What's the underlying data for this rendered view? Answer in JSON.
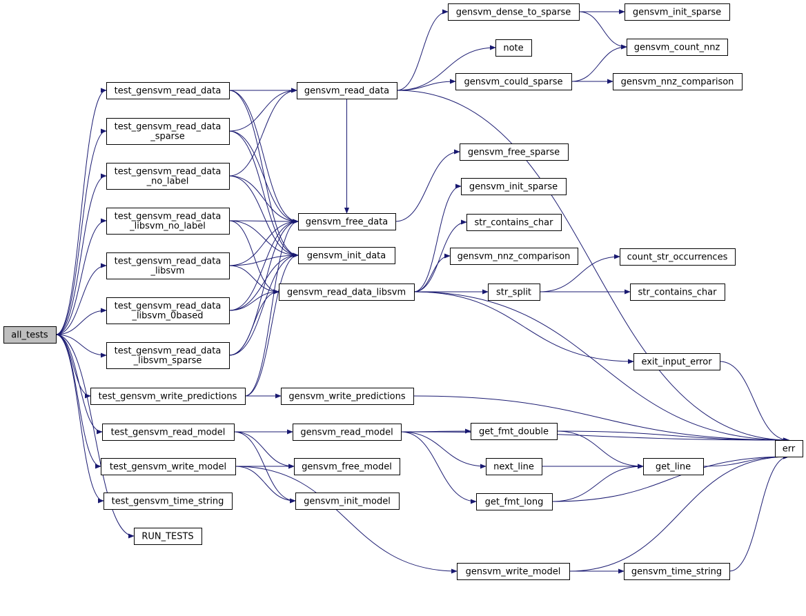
{
  "graph": {
    "colors": {
      "edge": "#191970",
      "node_border": "#000000",
      "root_fill": "#bfbfbf",
      "node_fill": "#ffffff"
    },
    "nodes": {
      "all_tests": {
        "lines": [
          "all_tests"
        ],
        "root": true
      },
      "t_read_data": {
        "lines": [
          "test_gensvm_read_data"
        ]
      },
      "t_read_data_sparse": {
        "lines": [
          "test_gensvm_read_data",
          "_sparse"
        ]
      },
      "t_read_data_no_label": {
        "lines": [
          "test_gensvm_read_data",
          "_no_label"
        ]
      },
      "t_read_data_libsvm_no_label": {
        "lines": [
          "test_gensvm_read_data",
          "_libsvm_no_label"
        ]
      },
      "t_read_data_libsvm": {
        "lines": [
          "test_gensvm_read_data",
          "_libsvm"
        ]
      },
      "t_read_data_libsvm_0based": {
        "lines": [
          "test_gensvm_read_data",
          "_libsvm_0based"
        ]
      },
      "t_read_data_libsvm_sparse": {
        "lines": [
          "test_gensvm_read_data",
          "_libsvm_sparse"
        ]
      },
      "t_write_predictions": {
        "lines": [
          "test_gensvm_write_predictions"
        ]
      },
      "t_read_model": {
        "lines": [
          "test_gensvm_read_model"
        ]
      },
      "t_write_model": {
        "lines": [
          "test_gensvm_write_model"
        ]
      },
      "t_time_string": {
        "lines": [
          "test_gensvm_time_string"
        ]
      },
      "run_tests": {
        "lines": [
          "RUN_TESTS"
        ]
      },
      "read_data": {
        "lines": [
          "gensvm_read_data"
        ]
      },
      "free_data": {
        "lines": [
          "gensvm_free_data"
        ]
      },
      "init_data": {
        "lines": [
          "gensvm_init_data"
        ]
      },
      "read_data_libsvm": {
        "lines": [
          "gensvm_read_data_libsvm"
        ]
      },
      "write_predictions": {
        "lines": [
          "gensvm_write_predictions"
        ]
      },
      "read_model": {
        "lines": [
          "gensvm_read_model"
        ]
      },
      "free_model": {
        "lines": [
          "gensvm_free_model"
        ]
      },
      "init_model": {
        "lines": [
          "gensvm_init_model"
        ]
      },
      "dense_to_sparse": {
        "lines": [
          "gensvm_dense_to_sparse"
        ]
      },
      "note": {
        "lines": [
          "note"
        ]
      },
      "could_sparse": {
        "lines": [
          "gensvm_could_sparse"
        ]
      },
      "free_sparse": {
        "lines": [
          "gensvm_free_sparse"
        ]
      },
      "init_sparse_mid": {
        "lines": [
          "gensvm_init_sparse"
        ]
      },
      "str_contains_char_mid": {
        "lines": [
          "str_contains_char"
        ]
      },
      "nnz_comparison_mid": {
        "lines": [
          "gensvm_nnz_comparison"
        ]
      },
      "str_split": {
        "lines": [
          "str_split"
        ]
      },
      "exit_input_error": {
        "lines": [
          "exit_input_error"
        ]
      },
      "get_fmt_double": {
        "lines": [
          "get_fmt_double"
        ]
      },
      "next_line": {
        "lines": [
          "next_line"
        ]
      },
      "get_fmt_long": {
        "lines": [
          "get_fmt_long"
        ]
      },
      "write_model": {
        "lines": [
          "gensvm_write_model"
        ]
      },
      "init_sparse_top": {
        "lines": [
          "gensvm_init_sparse"
        ]
      },
      "count_nnz": {
        "lines": [
          "gensvm_count_nnz"
        ]
      },
      "nnz_comparison_top": {
        "lines": [
          "gensvm_nnz_comparison"
        ]
      },
      "count_str_occurrences": {
        "lines": [
          "count_str_occurrences"
        ]
      },
      "str_contains_char_right": {
        "lines": [
          "str_contains_char"
        ]
      },
      "get_line": {
        "lines": [
          "get_line"
        ]
      },
      "time_string": {
        "lines": [
          "gensvm_time_string"
        ]
      },
      "err": {
        "lines": [
          "err"
        ]
      }
    },
    "edges": [
      [
        "all_tests",
        "t_read_data"
      ],
      [
        "all_tests",
        "t_read_data_sparse"
      ],
      [
        "all_tests",
        "t_read_data_no_label"
      ],
      [
        "all_tests",
        "t_read_data_libsvm_no_label"
      ],
      [
        "all_tests",
        "t_read_data_libsvm"
      ],
      [
        "all_tests",
        "t_read_data_libsvm_0based"
      ],
      [
        "all_tests",
        "t_read_data_libsvm_sparse"
      ],
      [
        "all_tests",
        "t_write_predictions"
      ],
      [
        "all_tests",
        "t_read_model"
      ],
      [
        "all_tests",
        "t_write_model"
      ],
      [
        "all_tests",
        "t_time_string"
      ],
      [
        "all_tests",
        "run_tests"
      ],
      [
        "t_read_data",
        "read_data"
      ],
      [
        "t_read_data",
        "free_data"
      ],
      [
        "t_read_data",
        "init_data"
      ],
      [
        "t_read_data_sparse",
        "read_data"
      ],
      [
        "t_read_data_sparse",
        "free_data"
      ],
      [
        "t_read_data_sparse",
        "init_data"
      ],
      [
        "t_read_data_no_label",
        "read_data"
      ],
      [
        "t_read_data_no_label",
        "free_data"
      ],
      [
        "t_read_data_no_label",
        "init_data"
      ],
      [
        "t_read_data_libsvm_no_label",
        "free_data"
      ],
      [
        "t_read_data_libsvm_no_label",
        "init_data"
      ],
      [
        "t_read_data_libsvm_no_label",
        "read_data_libsvm"
      ],
      [
        "t_read_data_libsvm",
        "free_data"
      ],
      [
        "t_read_data_libsvm",
        "init_data"
      ],
      [
        "t_read_data_libsvm",
        "read_data_libsvm"
      ],
      [
        "t_read_data_libsvm_0based",
        "free_data"
      ],
      [
        "t_read_data_libsvm_0based",
        "init_data"
      ],
      [
        "t_read_data_libsvm_0based",
        "read_data_libsvm"
      ],
      [
        "t_read_data_libsvm_sparse",
        "free_data"
      ],
      [
        "t_read_data_libsvm_sparse",
        "init_data"
      ],
      [
        "t_read_data_libsvm_sparse",
        "read_data_libsvm"
      ],
      [
        "t_write_predictions",
        "free_data"
      ],
      [
        "t_write_predictions",
        "init_data"
      ],
      [
        "t_write_predictions",
        "write_predictions"
      ],
      [
        "t_read_model",
        "read_model"
      ],
      [
        "t_read_model",
        "free_model"
      ],
      [
        "t_read_model",
        "init_model"
      ],
      [
        "t_write_model",
        "free_model"
      ],
      [
        "t_write_model",
        "init_model"
      ],
      [
        "t_write_model",
        "write_model"
      ],
      [
        "read_data",
        "dense_to_sparse"
      ],
      [
        "read_data",
        "note"
      ],
      [
        "read_data",
        "could_sparse"
      ],
      [
        "read_data",
        "err"
      ],
      [
        "read_data",
        "free_data"
      ],
      [
        "free_data",
        "free_sparse"
      ],
      [
        "read_data_libsvm",
        "init_sparse_mid"
      ],
      [
        "read_data_libsvm",
        "str_contains_char_mid"
      ],
      [
        "read_data_libsvm",
        "nnz_comparison_mid"
      ],
      [
        "read_data_libsvm",
        "str_split"
      ],
      [
        "read_data_libsvm",
        "exit_input_error"
      ],
      [
        "read_data_libsvm",
        "err"
      ],
      [
        "write_predictions",
        "err"
      ],
      [
        "read_model",
        "get_fmt_double"
      ],
      [
        "read_model",
        "next_line"
      ],
      [
        "read_model",
        "get_fmt_long"
      ],
      [
        "read_model",
        "err"
      ],
      [
        "dense_to_sparse",
        "init_sparse_top"
      ],
      [
        "dense_to_sparse",
        "count_nnz"
      ],
      [
        "could_sparse",
        "count_nnz"
      ],
      [
        "could_sparse",
        "nnz_comparison_top"
      ],
      [
        "str_split",
        "count_str_occurrences"
      ],
      [
        "str_split",
        "str_contains_char_right"
      ],
      [
        "exit_input_error",
        "err"
      ],
      [
        "get_fmt_double",
        "get_line"
      ],
      [
        "get_fmt_double",
        "err"
      ],
      [
        "next_line",
        "get_line"
      ],
      [
        "get_fmt_long",
        "get_line"
      ],
      [
        "get_fmt_long",
        "err"
      ],
      [
        "write_model",
        "time_string"
      ],
      [
        "write_model",
        "err"
      ],
      [
        "get_line",
        "err"
      ],
      [
        "time_string",
        "err"
      ]
    ]
  }
}
